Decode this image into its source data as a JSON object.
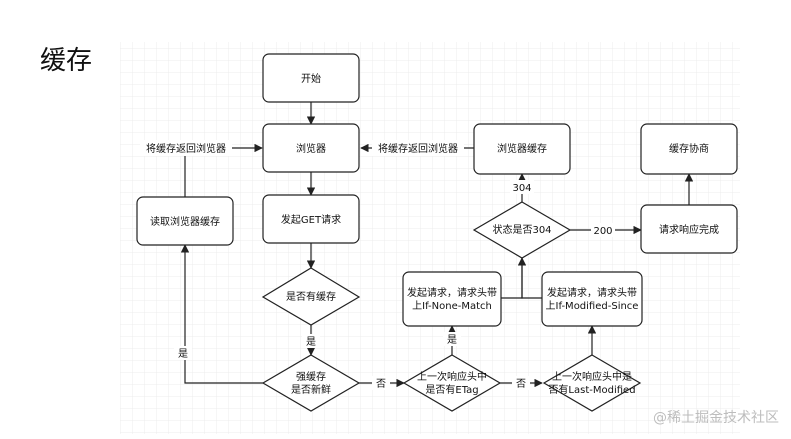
{
  "title": "缓存",
  "watermark": "@稀土掘金技术社区",
  "nodes": {
    "start": "开始",
    "browser": "浏览器",
    "read_cache": "读取浏览器缓存",
    "get_request": "发起GET请求",
    "has_cache": "是否有缓存",
    "strong_cache": [
      "强缓存",
      "是否新鲜"
    ],
    "etag_check": [
      "上一次响应头中",
      "是否有ETag"
    ],
    "last_modified_check": [
      "上一次响应头中是",
      "否有Last-Modified"
    ],
    "req_none_match": [
      "发起请求，请求头带",
      "上If-None-Match"
    ],
    "req_modified_since": [
      "发起请求，请求头带",
      "上If-Modified-Since"
    ],
    "status_304": "状态是否304",
    "browser_cache": "浏览器缓存",
    "response_complete": "请求响应完成",
    "cache_negotiation": "缓存协商"
  },
  "edge_labels": {
    "return_to_browser_left": "将缓存返回浏览器",
    "return_to_browser_right": "将缓存返回浏览器",
    "yes_has_cache": "是",
    "yes_fresh": "是",
    "no_fresh": "否",
    "yes_etag": "是",
    "no_etag": "否",
    "code_304": "304",
    "code_200": "200"
  }
}
